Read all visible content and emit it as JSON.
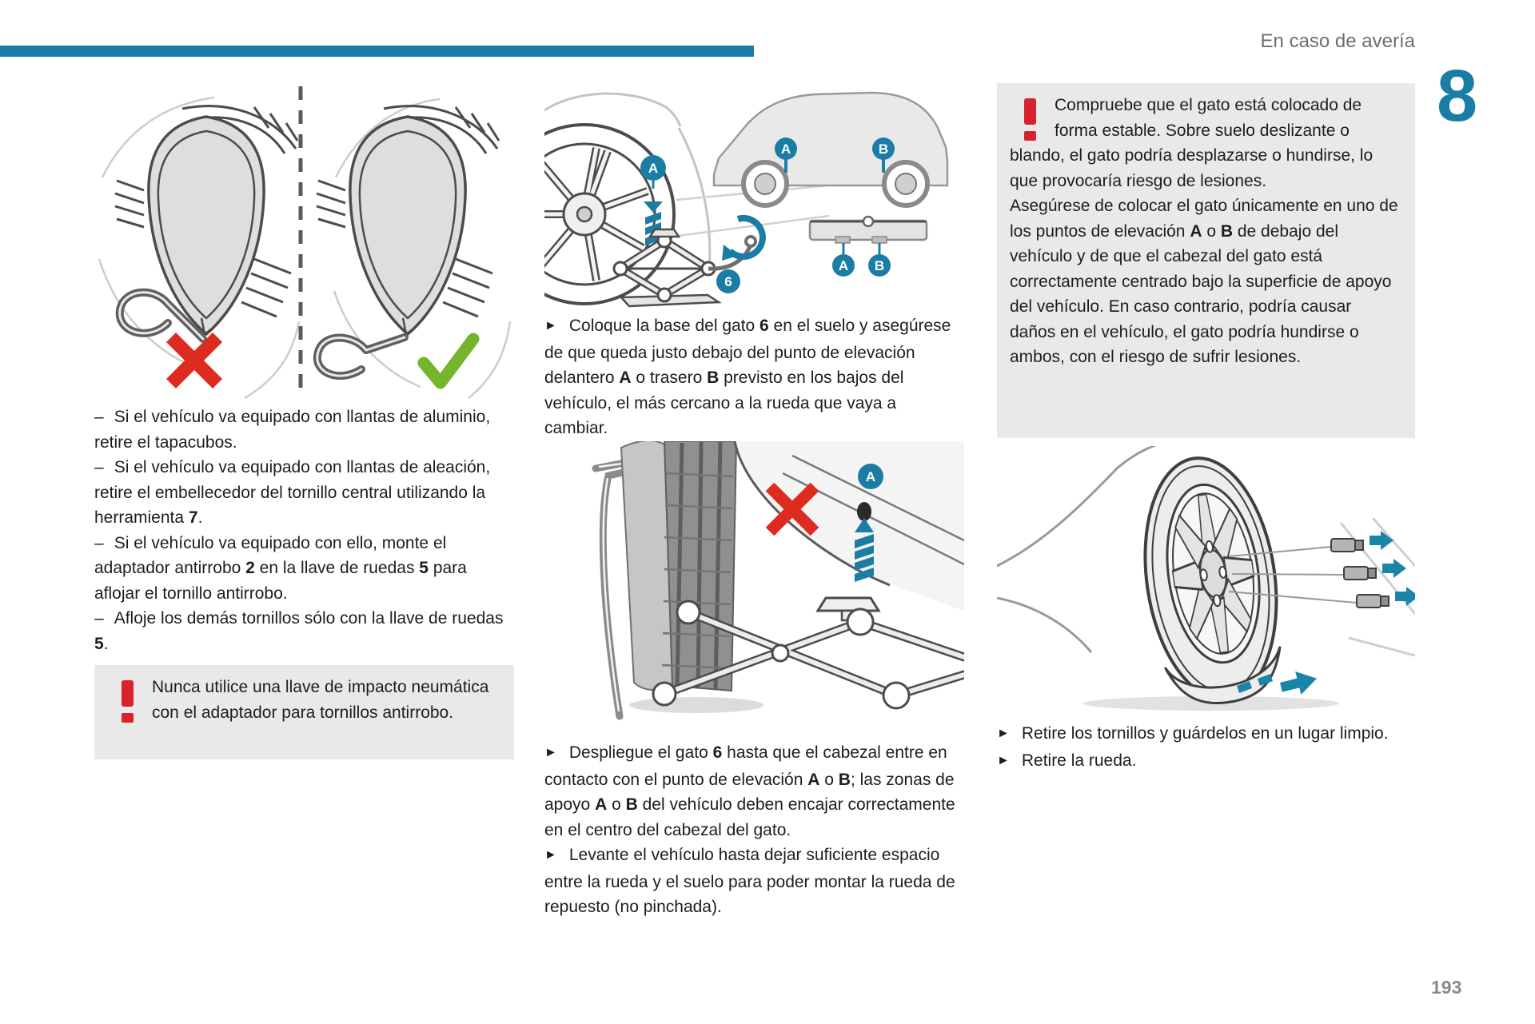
{
  "page": {
    "header": "En caso de avería",
    "chapter_number": "8",
    "page_number": "193"
  },
  "glyphs": {
    "bullet": "–",
    "step_arrow": "►"
  },
  "colors": {
    "accent": "#1b7da4",
    "alert_red": "#d6232e",
    "x_mark_red": "#dd2b1f",
    "check_green": "#74b52c",
    "warning_bg": "#e9e9e9",
    "text": "#1d1d1d",
    "muted_gray": "#6e6e6e"
  },
  "icons": {
    "warning": "exclamation-mark",
    "wrong": "x-mark",
    "correct": "check-mark"
  },
  "figures": {
    "jack_placement_markers": {
      "wheel_point": "A",
      "jack_number": "6",
      "car_front": "A",
      "car_rear": "B",
      "underbody_front": "A",
      "underbody_rear": "B"
    },
    "jack_positioning_markers": {
      "lift_point": "A"
    }
  },
  "left_column": {
    "bullets": [
      {
        "segments": [
          {
            "t": "Si el vehículo va equipado con llantas de aluminio, retire el tapacubos."
          }
        ]
      },
      {
        "segments": [
          {
            "t": "Si el vehículo va equipado con llantas de aleación, retire el embellecedor del tornillo central utilizando la herramienta "
          },
          {
            "t": "7",
            "b": true
          },
          {
            "t": "."
          }
        ]
      },
      {
        "segments": [
          {
            "t": "Si el vehículo va equipado con ello, monte el adaptador antirrobo "
          },
          {
            "t": "2",
            "b": true
          },
          {
            "t": " en la llave de ruedas "
          },
          {
            "t": "5",
            "b": true
          },
          {
            "t": " para aflojar el tornillo antirrobo."
          }
        ]
      },
      {
        "segments": [
          {
            "t": "Afloje los demás tornillos sólo con la llave de ruedas "
          },
          {
            "t": "5",
            "b": true
          },
          {
            "t": "."
          }
        ]
      }
    ],
    "warning": {
      "segments": [
        {
          "t": "Nunca utilice una llave de impacto neumática con el adaptador para tornillos antirrobo."
        }
      ]
    }
  },
  "middle_column": {
    "steps_1": [
      {
        "segments": [
          {
            "t": "Coloque la base del gato "
          },
          {
            "t": "6",
            "b": true
          },
          {
            "t": " en el suelo y asegúrese de que queda justo debajo del punto de elevación delantero "
          },
          {
            "t": "A",
            "b": true
          },
          {
            "t": " o trasero "
          },
          {
            "t": "B",
            "b": true
          },
          {
            "t": " previsto en los bajos del vehículo, el más cercano a la rueda que vaya a cambiar."
          }
        ]
      }
    ],
    "steps_2": [
      {
        "segments": [
          {
            "t": "Despliegue el gato "
          },
          {
            "t": "6",
            "b": true
          },
          {
            "t": " hasta que el cabezal entre en contacto con el punto de elevación "
          },
          {
            "t": "A",
            "b": true
          },
          {
            "t": " o "
          },
          {
            "t": "B",
            "b": true
          },
          {
            "t": "; las zonas de apoyo "
          },
          {
            "t": "A",
            "b": true
          },
          {
            "t": " o "
          },
          {
            "t": "B",
            "b": true
          },
          {
            "t": " del vehículo deben encajar correctamente en el centro del cabezal del gato."
          }
        ]
      },
      {
        "segments": [
          {
            "t": "Levante el vehículo hasta dejar suficiente espacio entre la rueda y el suelo para poder montar la rueda de repuesto (no pinchada)."
          }
        ]
      }
    ]
  },
  "right_column": {
    "warning_paragraphs": [
      {
        "segments": [
          {
            "t": "Compruebe que el gato está colocado de forma estable. Sobre suelo deslizante o blando, el gato podría desplazarse o hundirse, lo que provocaría riesgo de lesiones."
          }
        ]
      },
      {
        "segments": [
          {
            "t": "Asegúrese de colocar el gato únicamente en uno de los puntos de elevación "
          },
          {
            "t": "A",
            "b": true
          },
          {
            "t": " o "
          },
          {
            "t": "B",
            "b": true
          },
          {
            "t": " de debajo del vehículo y de que el cabezal del gato está correctamente centrado bajo la superficie de apoyo del vehículo. En caso contrario, podría causar daños en el vehículo, el gato podría hundirse o ambos, con el riesgo de sufrir lesiones."
          }
        ]
      }
    ],
    "steps": [
      {
        "segments": [
          {
            "t": "Retire los tornillos y guárdelos en un lugar limpio."
          }
        ]
      },
      {
        "segments": [
          {
            "t": "Retire la rueda."
          }
        ]
      }
    ]
  }
}
